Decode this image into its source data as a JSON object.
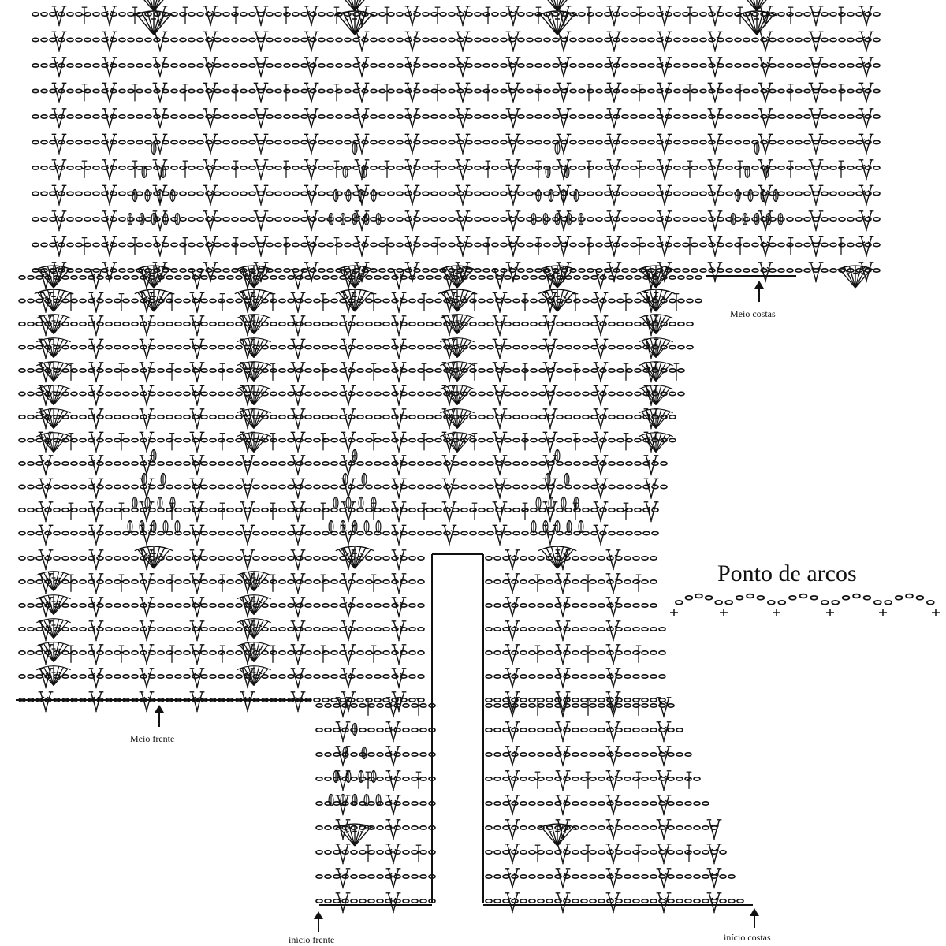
{
  "title": "Ponto de arcos",
  "labels": {
    "meio_costas": "Meio  costas",
    "meio_frente": "Meio  frente",
    "inicio_frente": "início frente",
    "inicio_costas": "início costas"
  },
  "colors": {
    "ink": "#111111",
    "background": "#ffffff"
  },
  "symbols": [
    "chain-stitch",
    "double-crochet",
    "shell-fan",
    "cluster",
    "single-crochet-plus"
  ]
}
